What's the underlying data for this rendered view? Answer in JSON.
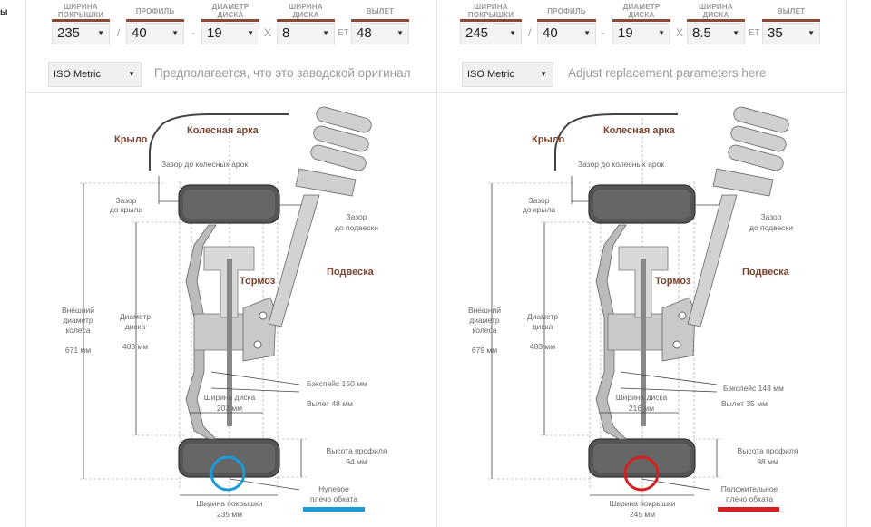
{
  "sidebar_fragment": "ы",
  "left": {
    "labels": {
      "width": "ШИРИНА ПОКРЫШКИ",
      "profile": "ПРОФИЛЬ",
      "diameter": "ДИАМЕТР ДИСКА",
      "rim_width": "ШИРИНА ДИСКА",
      "offset": "ВЫЛЕТ"
    },
    "values": {
      "width": "235",
      "profile": "40",
      "diameter": "19",
      "rim_width": "8",
      "offset": "48"
    },
    "separators": {
      "slash": "/",
      "dash": "-",
      "x": "X",
      "et": "ET"
    },
    "system": "ISO Metric",
    "hint": "Предполагается, что это заводской оригинал",
    "diagram": {
      "wing": "Крыло",
      "arch": "Колесная арка",
      "arch_gap": "Зазор до колесных арок",
      "wing_gap_1": "Зазор",
      "wing_gap_2": "до крыла",
      "susp_gap_1": "Зазор",
      "susp_gap_2": "до подвески",
      "suspension": "Подвеска",
      "brake": "Тормоз",
      "outer_1": "Внешний",
      "outer_2": "диаметр",
      "outer_3": "колеса",
      "outer_val": "671 мм",
      "rim_d_1": "Диаметр",
      "rim_d_2": "диска",
      "rim_d_val": "483 мм",
      "backspace": "Бэкспейс 150 мм",
      "offset": "Вылет 48 мм",
      "rim_w": "Ширина диска",
      "rim_w_val": "203 мм",
      "profile_h": "Высота профиля",
      "profile_h_val": "94 мм",
      "tire_w": "Ширина покрышки",
      "tire_w_val": "235 мм",
      "scrub_1": "Нулевое",
      "scrub_2": "плечо обката",
      "scrub_color": "#1a9bd7"
    }
  },
  "right": {
    "values": {
      "width": "245",
      "profile": "40",
      "diameter": "19",
      "rim_width": "8.5",
      "offset": "35"
    },
    "system": "ISO Metric",
    "hint": "Adjust replacement parameters here",
    "diagram": {
      "outer_val": "679 мм",
      "rim_d_val": "483 мм",
      "backspace": "Бэкспейс 143 мм",
      "offset": "Вылет 35 мм",
      "rim_w_val": "216 мм",
      "profile_h_val": "98 мм",
      "tire_w_val": "245 мм",
      "scrub_1": "Положительное",
      "scrub_2": "плечо обката",
      "scrub_color": "#d42020"
    }
  }
}
